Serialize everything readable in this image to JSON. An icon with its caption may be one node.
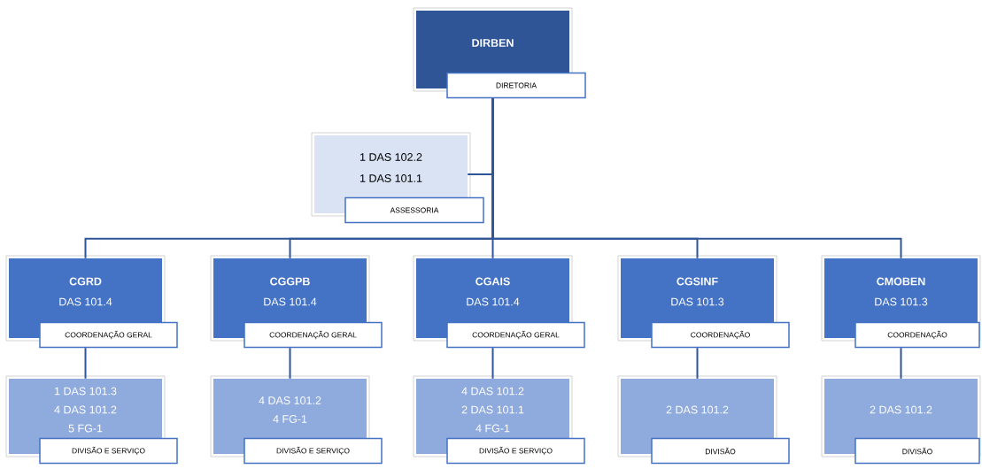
{
  "diagram": {
    "nodes": [
      {
        "text": [
          "DIRBEN",
          "DIRETORIA"
        ]
      },
      {
        "text": [
          "1 DAS 102.2",
          "1 DAS 101.1",
          "ASSESSORIA"
        ]
      },
      {
        "text": [
          "CGRD",
          "DAS 101.4",
          "COORDENAÇÃO GERAL"
        ]
      },
      {
        "text": [
          "CGGPB",
          "DAS 101.4",
          "COORDENAÇÃO GERAL"
        ]
      },
      {
        "text": [
          "CGAIS",
          "DAS 101.4",
          "COORDENAÇÃO GERAL"
        ]
      },
      {
        "text": [
          "CGSINF",
          "DAS 101.3",
          "COORDENAÇÃO"
        ]
      },
      {
        "text": [
          "CMOBEN",
          "DAS 101.3",
          "COORDENAÇÃO"
        ]
      },
      {
        "text": [
          "1 DAS 101.3",
          "4 DAS 101.2",
          "5 FG-1",
          "DIVISÃO E SERVIÇO"
        ]
      },
      {
        "text": [
          "4 DAS 101.2",
          "4 FG-1",
          "DIVISÃO E SERVIÇO"
        ]
      },
      {
        "text": [
          "4 DAS 101.2",
          "2 DAS 101.1",
          "4 FG-1",
          "DIVISÃO E SERVIÇO"
        ]
      },
      {
        "text": [
          "2 DAS 101.2",
          "DIVISÃO"
        ]
      },
      {
        "text": [
          "2 DAS 101.2",
          "DIVISÃO"
        ]
      }
    ],
    "edges": [
      {
        "from": 0,
        "to": 1,
        "arrow": "none"
      },
      {
        "from": 0,
        "to": 2,
        "arrow": "none"
      },
      {
        "from": 0,
        "to": 3,
        "arrow": "none"
      },
      {
        "from": 0,
        "to": 4,
        "arrow": "none"
      },
      {
        "from": 0,
        "to": 5,
        "arrow": "none"
      },
      {
        "from": 0,
        "to": 6,
        "arrow": "none"
      },
      {
        "from": 2,
        "to": 7,
        "arrow": "none"
      },
      {
        "from": 3,
        "to": 8,
        "arrow": "none"
      },
      {
        "from": 4,
        "to": 9,
        "arrow": "none"
      },
      {
        "from": 5,
        "to": 10,
        "arrow": "none"
      },
      {
        "from": 6,
        "to": 11,
        "arrow": "none"
      }
    ]
  }
}
